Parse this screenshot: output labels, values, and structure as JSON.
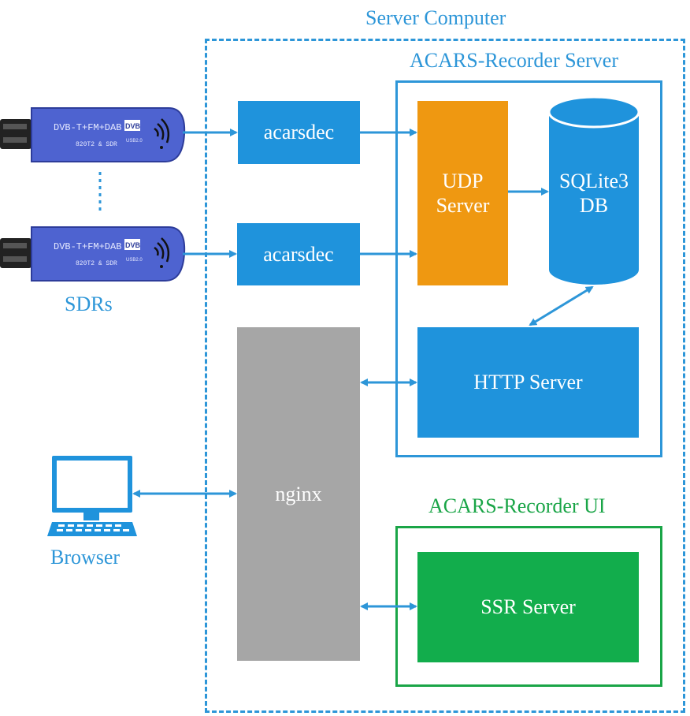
{
  "server_computer": {
    "title": "Server Computer"
  },
  "recorder_server": {
    "title": "ACARS-Recorder Server"
  },
  "recorder_ui": {
    "title": "ACARS-Recorder UI"
  },
  "sdrs": {
    "label": "SDRs",
    "dongle_brand": "DVB-T+FM+DAB",
    "dongle_model": "820T2 & SDR",
    "dongle_logo": "DVB",
    "dongle_usb": "USB2.0"
  },
  "browser": {
    "label": "Browser"
  },
  "nodes": {
    "acarsdec_1": "acarsdec",
    "acarsdec_2": "acarsdec",
    "udp_server_line1": "UDP",
    "udp_server_line2": "Server",
    "sqlite_line1": "SQLite3",
    "sqlite_line2": "DB",
    "http_server": "HTTP Server",
    "nginx": "nginx",
    "ssr_server": "SSR Server"
  },
  "colors": {
    "blue": "#1f93dc",
    "orange": "#ef9811",
    "gray": "#a6a6a6",
    "green": "#12ad4c",
    "label_blue": "#2d96d8",
    "label_green": "#1aa547"
  }
}
